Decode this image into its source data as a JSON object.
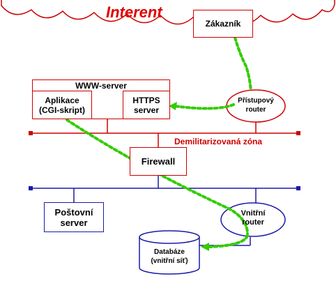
{
  "colors": {
    "red": "#cc0000",
    "blue": "#1a1aa6",
    "green": "#33cc00",
    "title_red": "#e00000"
  },
  "diagram": {
    "internet_title": "Interent",
    "customer": "Zákazník",
    "www_server_title": "WWW-server",
    "app_line1": "Aplikace",
    "app_line2": "(CGI-skript)",
    "https_line1": "HTTPS",
    "https_line2": "server",
    "access_router_line1": "Přístupový",
    "access_router_line2": "router",
    "dmz": "Demilitarizovaná zóna",
    "firewall": "Firewall",
    "mail_line1": "Poštovní",
    "mail_line2": "server",
    "inner_router_line1": "Vnitřní",
    "inner_router_line2": "router",
    "db_line1": "Databáze",
    "db_line2": "(vnitřní síť)"
  }
}
